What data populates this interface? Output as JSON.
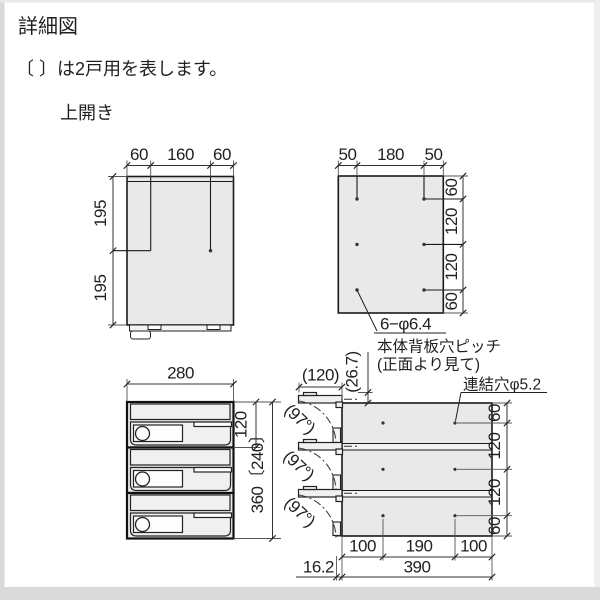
{
  "header": {
    "title": "詳細図",
    "note": "〔 〕は2戸用を表します。",
    "orientation": "上開き"
  },
  "top_view": {
    "width_dims": [
      "60",
      "160",
      "60"
    ],
    "depth_dims": [
      "195",
      "195"
    ]
  },
  "back_plate": {
    "width_dims": [
      "50",
      "180",
      "50"
    ],
    "height_dims": [
      "60",
      "120",
      "120",
      "60"
    ],
    "hole_callout": "6−φ6.4",
    "caption_line1": "本体背板穴ピッチ",
    "caption_line2": "(正面より見て)"
  },
  "front_view": {
    "width": "280",
    "unit_height": "120",
    "total_height": "360〔240〕"
  },
  "side_view": {
    "open_door_depth": "(120)",
    "door_protrusion": "(26.7)",
    "link_hole_callout": "連結穴φ5.2",
    "swing_angles": [
      "(97°)",
      "(97°)",
      "(97°)"
    ],
    "height_dims": [
      "60",
      "120",
      "120",
      "60"
    ],
    "hole_pitch_dims": [
      "100",
      "190",
      "100"
    ],
    "depth": "390",
    "front_offset": "16.2"
  },
  "colors": {
    "panel_fill": "#e9e9e9",
    "line": "#1a1a1a",
    "frame": "#d9d9d9"
  }
}
